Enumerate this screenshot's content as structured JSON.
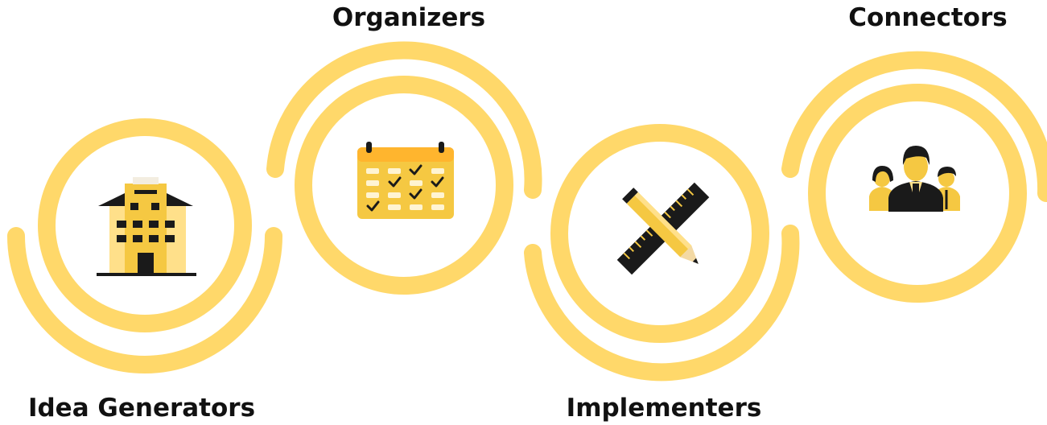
{
  "stages": [
    {
      "label": "Idea Generators",
      "icon": "office-building-icon"
    },
    {
      "label": "Organizers",
      "icon": "calendar-checklist-icon"
    },
    {
      "label": "Implementers",
      "icon": "pencil-ruler-icon"
    },
    {
      "label": "Connectors",
      "icon": "people-group-icon"
    }
  ],
  "colors": {
    "ring": "#FFD86A",
    "icon_fill": "#F5C842",
    "icon_light": "#FFE08A",
    "icon_dark": "#1A1A1A",
    "text": "#111111"
  }
}
